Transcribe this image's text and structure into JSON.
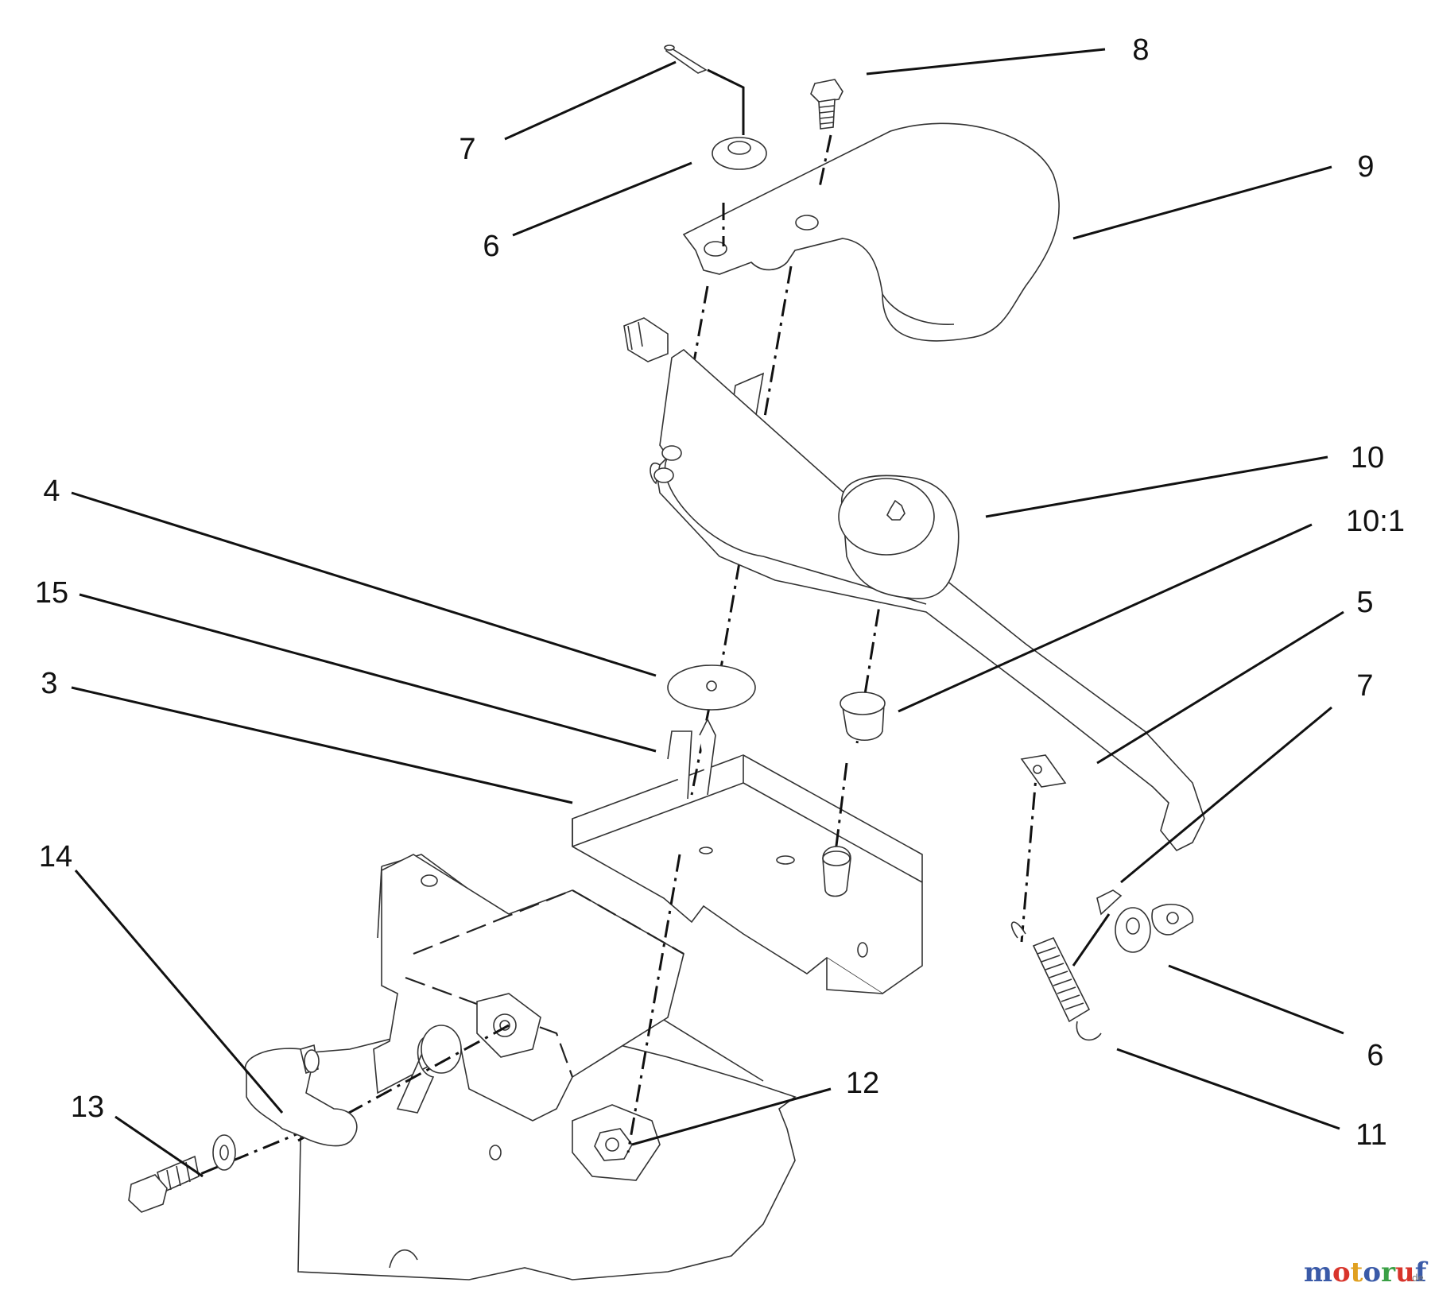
{
  "callouts": [
    {
      "id": "c7a",
      "label": "7"
    },
    {
      "id": "c8",
      "label": "8"
    },
    {
      "id": "c9",
      "label": "9"
    },
    {
      "id": "c6a",
      "label": "6"
    },
    {
      "id": "c10",
      "label": "10"
    },
    {
      "id": "c10_1",
      "label": "10:1"
    },
    {
      "id": "c4",
      "label": "4"
    },
    {
      "id": "c15",
      "label": "15"
    },
    {
      "id": "c5",
      "label": "5"
    },
    {
      "id": "c3",
      "label": "3"
    },
    {
      "id": "c7b",
      "label": "7"
    },
    {
      "id": "c14",
      "label": "14"
    },
    {
      "id": "c6b",
      "label": "6"
    },
    {
      "id": "c12",
      "label": "12"
    },
    {
      "id": "c13",
      "label": "13"
    },
    {
      "id": "c11",
      "label": "11"
    }
  ],
  "watermark": {
    "letters": [
      "m",
      "o",
      "t",
      "o",
      "r",
      "u",
      "f"
    ],
    "letter_colors": [
      "#3a5aa8",
      "#d8342b",
      "#e0a020",
      "#3a5aa8",
      "#3aa045",
      "#d8342b",
      "#3a5aa8"
    ],
    "suffix": ".de"
  }
}
